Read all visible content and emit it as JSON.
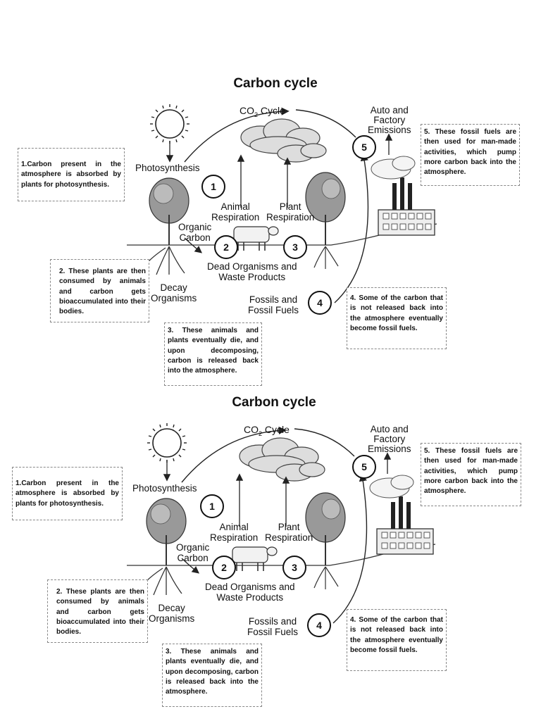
{
  "diagram": {
    "title": "Carbon cycle",
    "labels": {
      "co2_cycle": "CO",
      "co2_sub": "2",
      "co2_rest": " Cycle",
      "photosynthesis": "Photosynthesis",
      "animal_respiration": "Animal\nRespiration",
      "plant_respiration": "Plant\nRespiration",
      "organic_carbon": "Organic\nCarbon",
      "dead_organisms": "Dead Organisms and\nWaste Products",
      "decay_organisms": "Decay\nOrganisms",
      "fossils": "Fossils and\nFossil Fuels",
      "auto_emissions": "Auto and\nFactory\nEmissions"
    },
    "step_numbers": [
      "1",
      "2",
      "3",
      "4",
      "5"
    ],
    "notes": {
      "step1": "1.Carbon present in the atmosphere is absorbed by plants for photosynthesis.",
      "step2": "2. These plants are then consumed by animals and carbon gets bioaccumulated into their bodies.",
      "step3": "3. These animals and plants eventually die, and upon decomposing, carbon is released back into the atmosphere.",
      "step4": "4. Some of the carbon that is not released back into the atmosphere eventually become fossil fuels.",
      "step5": "5. These fossil fuels are then used for man-made activities, which pump more carbon back into the atmosphere."
    }
  }
}
